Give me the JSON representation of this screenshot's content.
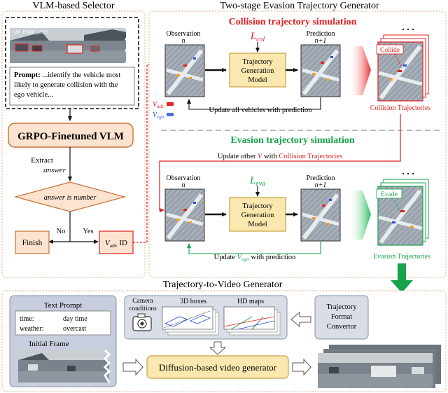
{
  "left": {
    "title": "VLM-based Selector",
    "cam_label": "CAM_FRONT_LEFT",
    "prompt_head": "Prompt:",
    "prompt_l1": " ...identify the vehicle most",
    "prompt_l2": "likely to generate collision with the",
    "prompt_l3": "ego vehicle...",
    "vlm_box": "GRPO-Finetuned VLM",
    "extract_l1": "Extract",
    "extract_l2": "answer",
    "decision": "answer is number",
    "no": "No",
    "yes": "Yes",
    "finish": "Finish",
    "vadv_id": "V",
    "vadv_sub": "adv",
    "vadv_suffix": " ID"
  },
  "generator": {
    "title": "Two-stage Evasion Trajectory Generator",
    "collision_title": "Collision trajectory simulation",
    "evasion_title": "Evasion  trajectory simulation",
    "observation": "Observation",
    "obs_n": "n",
    "prediction": "Prediction",
    "pred_n1": "n+1",
    "l_col": "L",
    "l_col_sub": "col",
    "l_eva": "L",
    "l_eva_sub": "eva",
    "model_l1": "Trajectory",
    "model_l2": "Generation",
    "model_l3": "Model",
    "legend_adv": "V",
    "legend_adv_sub": "adv",
    "legend_ego": "V",
    "legend_ego_sub": "ego",
    "update_all": "Update all vehicles with prediction",
    "update_other_a": "Update other ",
    "update_other_v": "V",
    "update_other_b": " with ",
    "update_other_c": "Collision Trajectories",
    "update_ego_a": "Update ",
    "update_ego_v": "V",
    "update_ego_sub": "ego",
    "update_ego_b": "  with prediction",
    "collide": "Collide",
    "evade": "Evade",
    "collision_traj": "Collision Trajectories",
    "evasion_traj": "Evasion Trajectories",
    "dots": ". . ."
  },
  "bottom": {
    "title": "Trajectory-to-Video Generator",
    "text_prompt": "Text Prompt",
    "time_key": "time:",
    "time_val": "day time",
    "weather_key": "weather:",
    "weather_val": "overcast",
    "initial_frame": "Initial Frame",
    "camera_l1": "Camera",
    "camera_l2": "conditions",
    "boxes_3d": "3D boxes",
    "hd_maps": "HD maps",
    "diffusion": "Diffusion-based video generator",
    "convertor_l1": "Trajectory",
    "convertor_l2": "Format",
    "convertor_l3": "Convertor"
  },
  "colors": {
    "red": "#e02020",
    "green": "#17a34a",
    "orange_fill": "#fbe3cf",
    "orange_stroke": "#c8723a",
    "yellow_fill": "#fbe8b0",
    "grey_fill": "#d9dde6",
    "blue_fill": "#c9cede"
  }
}
